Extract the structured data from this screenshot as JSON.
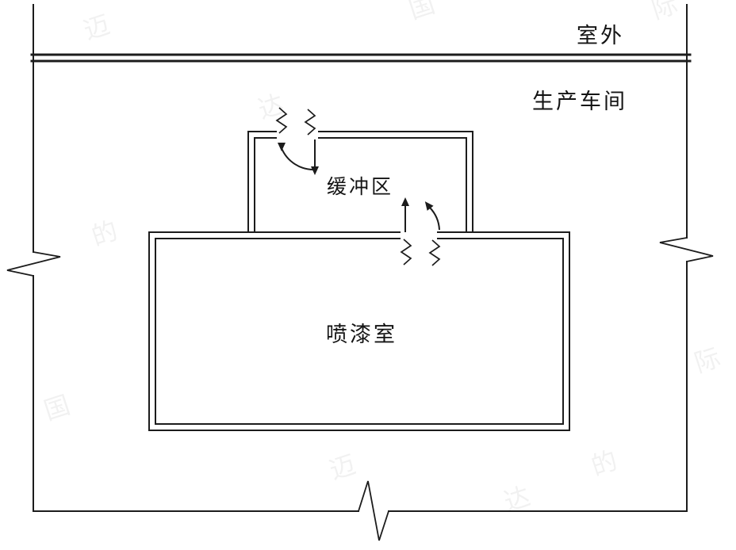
{
  "page": {
    "background": "#ffffff",
    "line_color": "#1c1c1c"
  },
  "labels": {
    "outdoor": "室外",
    "workshop": "生产车间",
    "buffer_zone": "缓冲区",
    "paint_room": "喷漆室"
  },
  "watermark": {
    "glyphs": [
      "迈",
      "达",
      "国",
      "际",
      "的",
      "国",
      "迈",
      "达",
      "际",
      "的"
    ]
  }
}
